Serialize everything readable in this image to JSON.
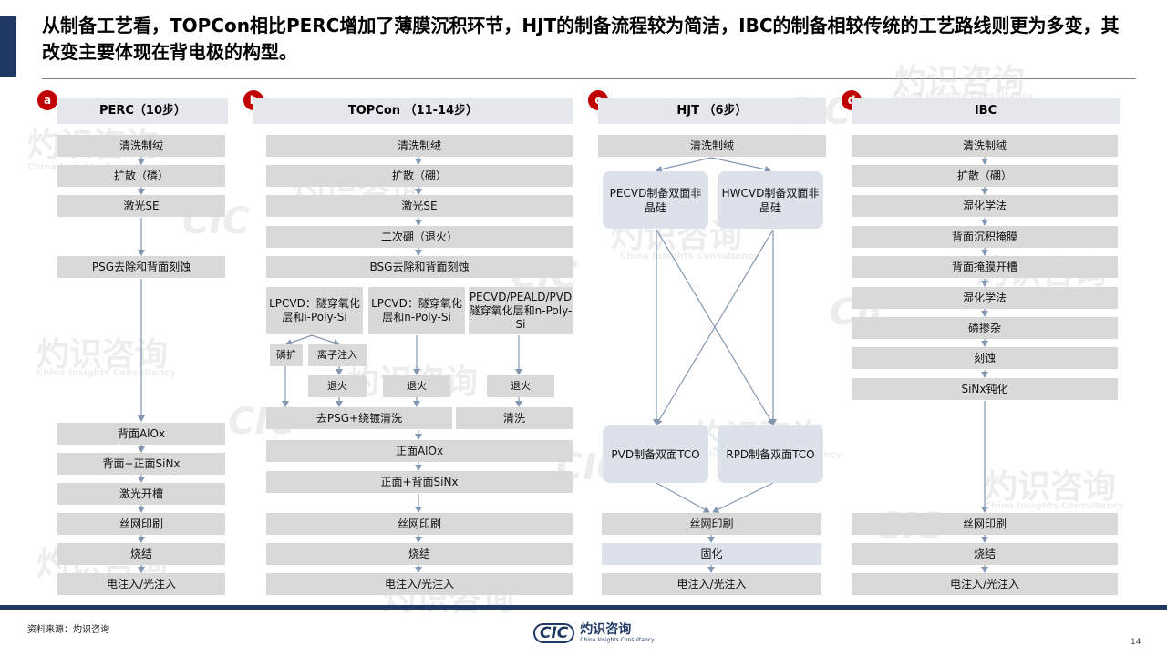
{
  "title": "从制备工艺看，TOPCon相比PERC增加了薄膜沉积环节，HJT的制备流程较为简洁，IBC的制备相较传统的工艺路线则更为多变，其改变主要体现在背电极的构型。",
  "watermark": {
    "cn": "灼识咨询",
    "en": "China Insights Consultancy",
    "abbr": "CIC"
  },
  "columns": {
    "perc": {
      "badge": "a",
      "header": "PERC（10步）",
      "steps": [
        "清洗制绒",
        "扩散（磷）",
        "激光SE",
        "PSG去除和背面刻蚀",
        "背面AlOx",
        "背面+正面SiNx",
        "激光开槽",
        "丝网印刷",
        "烧结",
        "电注入/光注入"
      ]
    },
    "topcon": {
      "badge": "b",
      "header": "TOPCon （11-14步）",
      "steps_top": [
        "清洗制绒",
        "扩散（硼）",
        "激光SE",
        "二次硼（退火）",
        "BSG去除和背面刻蚀"
      ],
      "branches": [
        "LPCVD：隧穿氧化层和i-Poly-Si",
        "LPCVD：隧穿氧化层和n-Poly-Si",
        "PECVD/PEALD/PVD隧穿氧化层和n-Poly-Si"
      ],
      "sub_steps": [
        "磷扩",
        "离子注入"
      ],
      "anneal": [
        "退火",
        "退火",
        "退火"
      ],
      "merge": [
        "去PSG+绕镀清洗",
        "清洗"
      ],
      "steps_bottom": [
        "正面AlOx",
        "正面+背面SiNx",
        "丝网印刷",
        "烧结",
        "电注入/光注入"
      ]
    },
    "hjt": {
      "badge": "c",
      "header": "HJT （6步）",
      "step1": "清洗制绒",
      "deposit": [
        "PECVD制备双面非晶硅",
        "HWCVD制备双面非晶硅"
      ],
      "tco": [
        "PVD制备双面TCO",
        "RPD制备双面TCO"
      ],
      "steps_bottom": [
        "丝网印刷",
        "固化",
        "电注入/光注入"
      ]
    },
    "ibc": {
      "badge": "d",
      "header": "IBC",
      "steps": [
        "清洗制绒",
        "扩散（硼）",
        "湿化学法",
        "背面沉积掩膜",
        "背面掩膜开槽",
        "湿化学法",
        "磷掺杂",
        "刻蚀",
        "SiNx钝化",
        "丝网印刷",
        "烧结",
        "电注入/光注入"
      ]
    }
  },
  "footer": {
    "source": "资料来源：灼识咨询",
    "page": "14",
    "logo_abbr": "CIC",
    "logo_cn": "灼识咨询",
    "logo_en": "China Insights Consultancy"
  },
  "colors": {
    "navy": "#1f3864",
    "badge": "#c00000",
    "step": "#d9d9d9",
    "box": "#dce1ea",
    "arrow": "#8497b0"
  }
}
